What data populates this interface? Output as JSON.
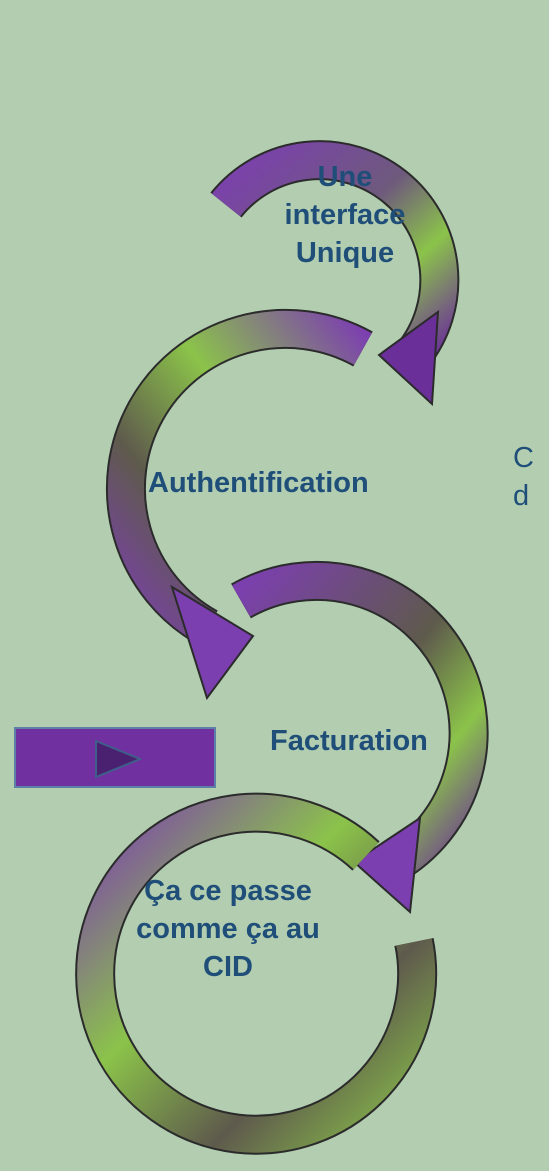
{
  "steps": [
    {
      "id": "step-1",
      "label": "Une interface Unique"
    },
    {
      "id": "step-2",
      "label": "Authentification"
    },
    {
      "id": "step-3",
      "label": "Facturation"
    },
    {
      "id": "step-4",
      "label": "Ça ce passe comme ça au CID"
    }
  ],
  "cutoff_text": [
    "C",
    "d"
  ],
  "colors": {
    "background": "#b2cdb0",
    "arrow_purple": "#7c3fb0",
    "arrow_green": "#8bc34a",
    "arrow_dark": "#5e5a4c",
    "label_text": "#1f4e79",
    "button_fill": "#7030a0",
    "button_icon": "#4a2070"
  },
  "controls": {
    "play_icon": "play-triangle-icon"
  }
}
